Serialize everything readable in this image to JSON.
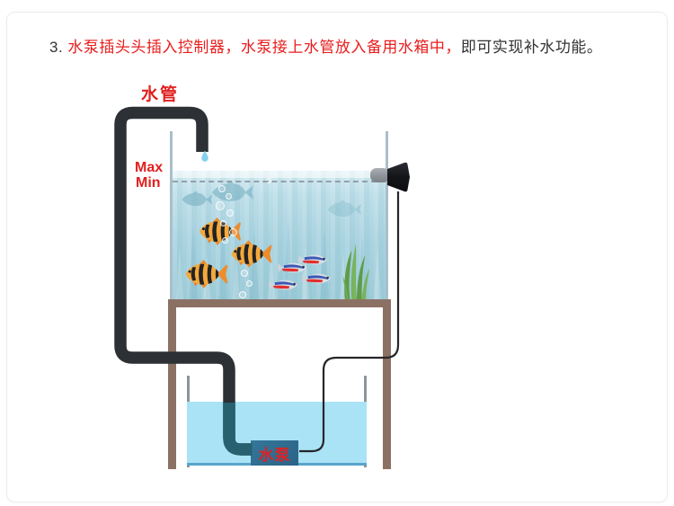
{
  "title": {
    "number": "3.",
    "highlight": "水泵插头头插入控制器，水泵接上水管放入备用水箱中，",
    "rest": "即可实现补水功能。"
  },
  "diagram": {
    "pipe_label": "水管",
    "max_label": "Max",
    "min_label": "Min",
    "pump_label": "水泵"
  },
  "colors": {
    "accent_red": "#e81e1e",
    "pipe_black": "#2d3035",
    "pipe_underwater": "#27606f",
    "cable_black": "#26262a",
    "stand_brown": "#8b7164",
    "main_tank_water_top": "#d8ecf2",
    "main_tank_water_bottom": "#9ccbd8",
    "reserve_tank_water": "#a9e3f5",
    "pump_blue": "#2e6f93",
    "tank_wall": "#a9bfca",
    "water_drop": "#85d2ee"
  },
  "icons": {
    "water-drop-icon": "teardrop falling from pipe spout",
    "level-sensor-horn-icon": "black horn-shaped sensor clamped on tank wall",
    "tiger-barb-fish": "orange fish with black stripes",
    "neon-tetra-fish": "silver fish with blue and red stripes",
    "fish-silhouette": "faded background fish shape",
    "water-plant-icon": "green grass plant",
    "bubble": "air bubble circle"
  }
}
